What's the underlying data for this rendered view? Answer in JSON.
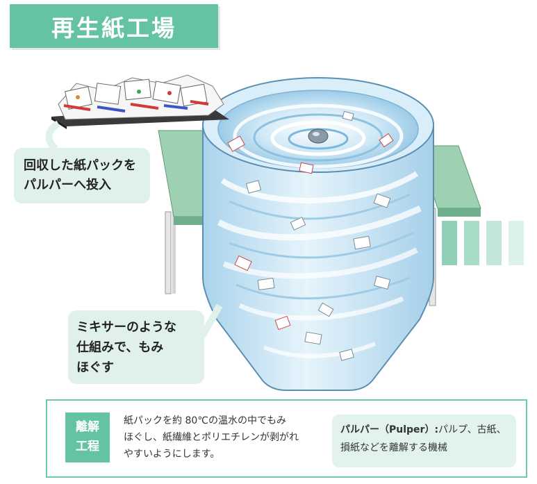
{
  "title": "再生紙工場",
  "callouts": {
    "input": {
      "line1": "回収した紙パックを",
      "line2": "パルパーへ投入"
    },
    "mixer": {
      "line1": "ミキサーのような",
      "line2": "仕組みで、もみ",
      "line3": "ほぐす"
    }
  },
  "process": {
    "tag_line1": "離解",
    "tag_line2": "工程",
    "desc_line1": "紙パックを約 80℃の温水の中でもみ",
    "desc_line2": "ほぐし、紙繊維とポリエチレンが剥がれ",
    "desc_line3": "やすいようにします。"
  },
  "definition": {
    "term": "パルパー（Pulper）:",
    "text_line1": "パルプ、古紙、",
    "text_line2": "損紙などを離解する機械"
  },
  "colors": {
    "accent_green": "#64c3a3",
    "bubble_bg": "#dff1ea",
    "tank_blue": "#bfe0f3",
    "platform_green": "#9ed1b2"
  }
}
